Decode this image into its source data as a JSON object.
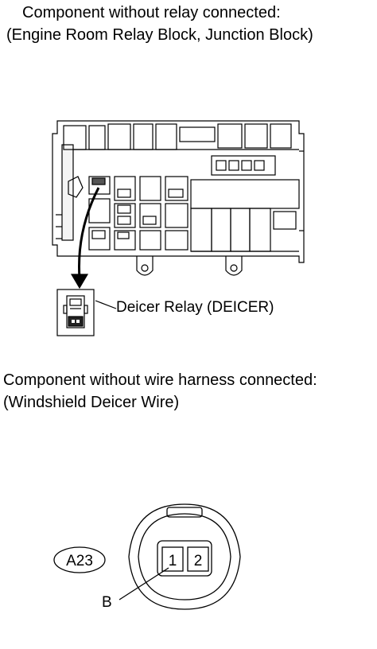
{
  "section1": {
    "heading": "Component without relay connected:",
    "subheading": "(Engine Room Relay Block, Junction Block)",
    "relay_label": "Deicer Relay (DEICER)"
  },
  "section2": {
    "heading": "Component without wire harness connected:",
    "subheading": "(Windshield Deicer Wire)",
    "connector_code": "A23",
    "pin_1": "1",
    "pin_2": "2",
    "terminal_label": "B"
  }
}
